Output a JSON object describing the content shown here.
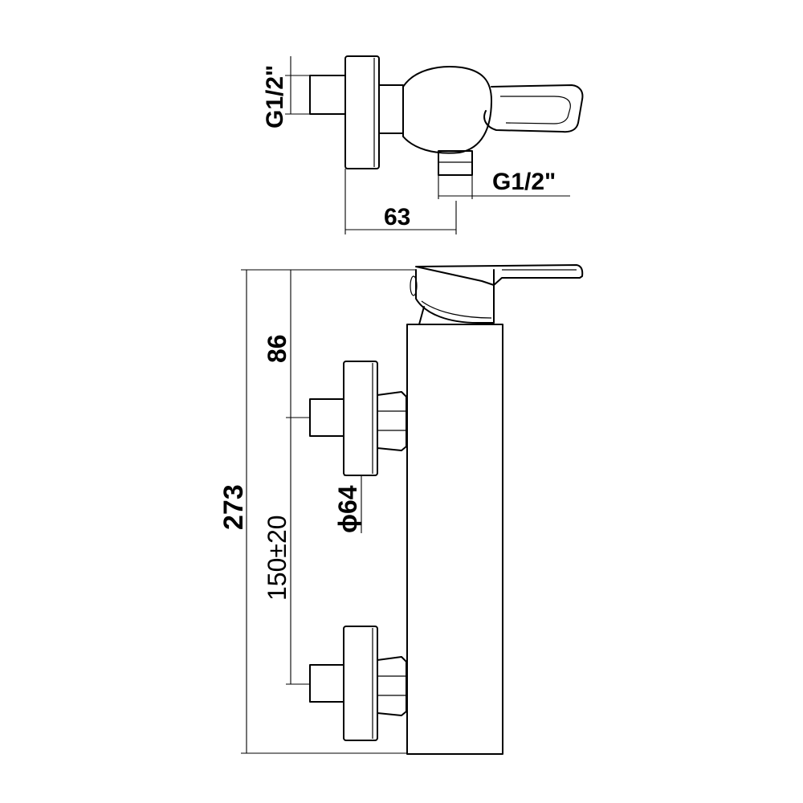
{
  "labels": {
    "top_inlet_thread": "G1/2\"",
    "top_outlet_thread": "G1/2\"",
    "depth_63": "63",
    "height_273": "273",
    "height_86": "86",
    "spacing_150": "150±20",
    "flange_diameter": "ϕ64"
  }
}
